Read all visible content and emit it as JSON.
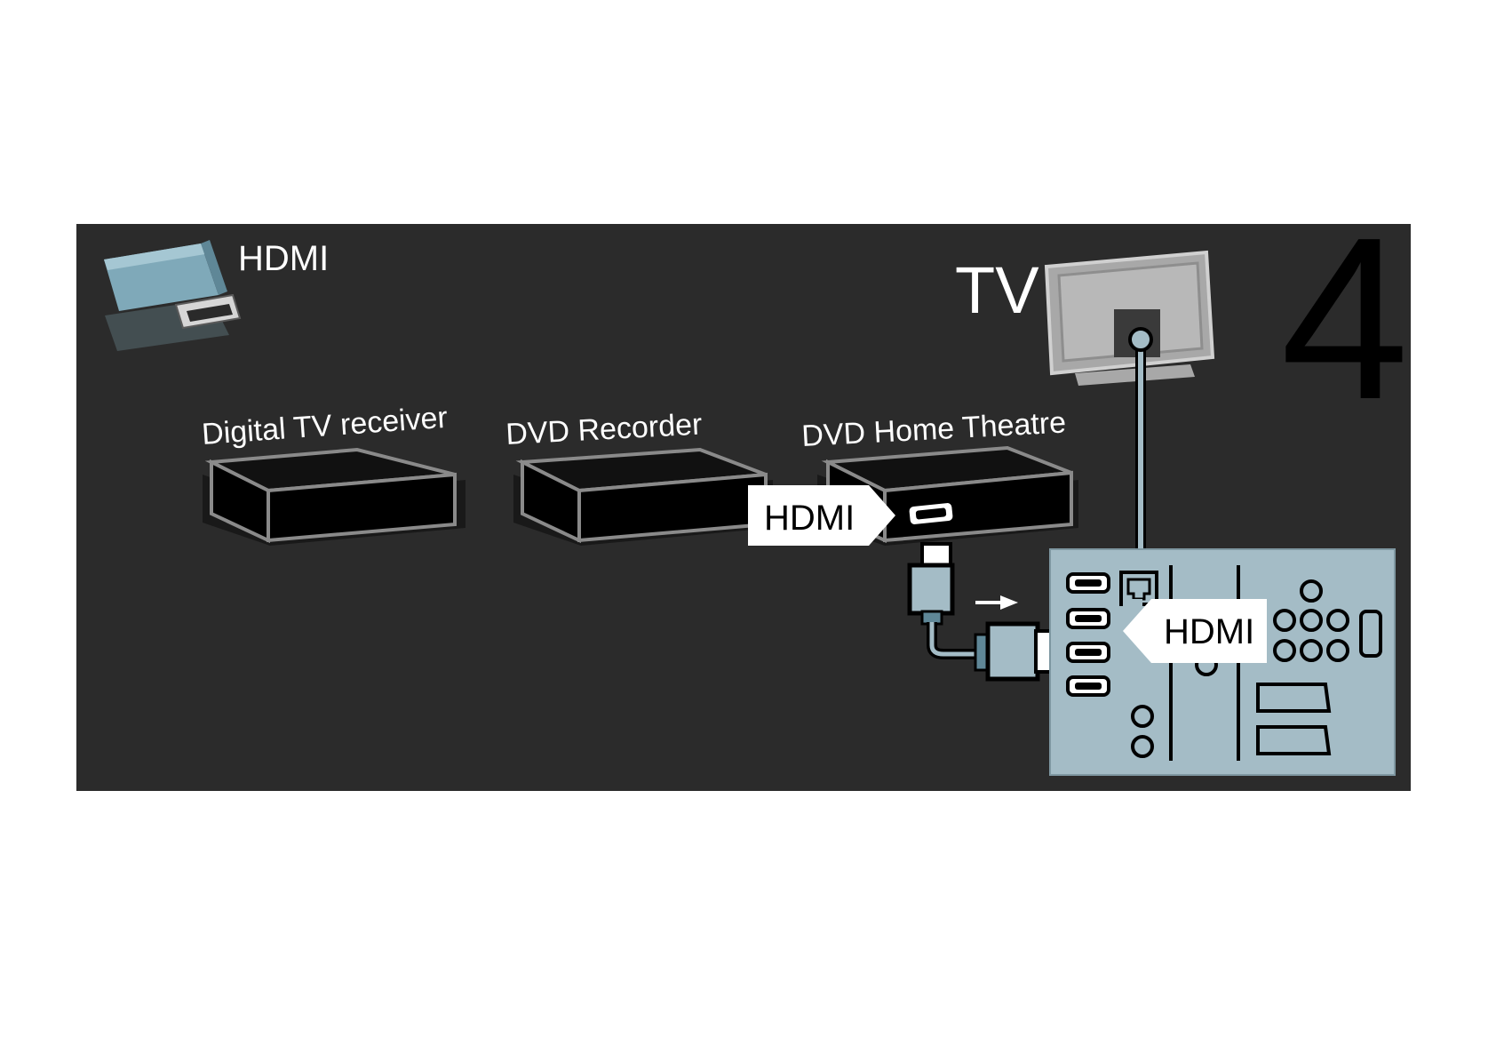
{
  "header": {
    "connector_label": "HDMI"
  },
  "tv": {
    "label": "TV"
  },
  "step": {
    "number": "4"
  },
  "devices": [
    {
      "label": "Digital TV receiver"
    },
    {
      "label": "DVD Recorder"
    },
    {
      "label": "DVD  Home Theatre"
    }
  ],
  "callouts": {
    "device_port_label": "HDMI",
    "tv_port_label": "HDMI"
  },
  "colors": {
    "panel_bg": "#2b2b2b",
    "port_panel": "#a4bcc6",
    "box_outline": "#8a8a8a",
    "cable": "#a4bcc6"
  }
}
